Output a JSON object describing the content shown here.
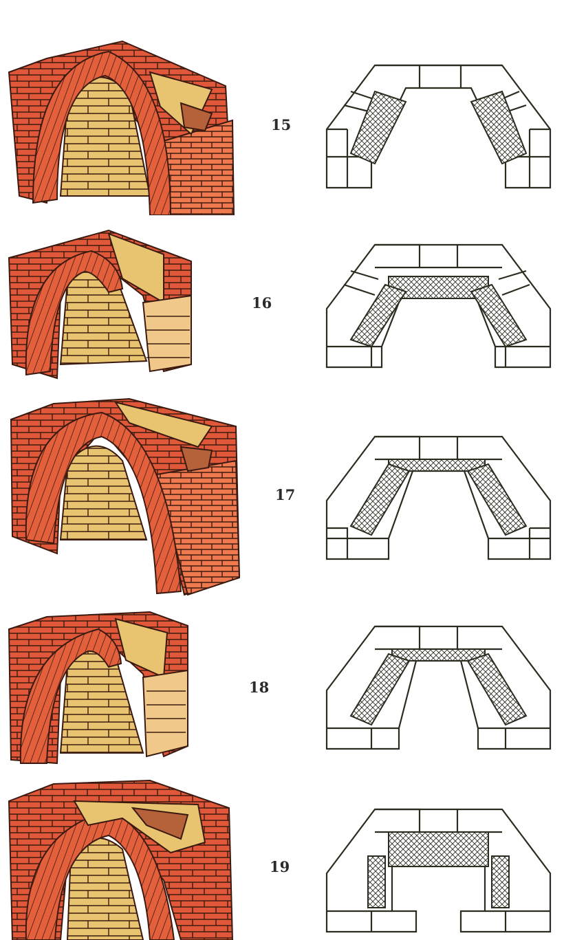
{
  "steps": [
    {
      "number": "15"
    },
    {
      "number": "16"
    },
    {
      "number": "17"
    },
    {
      "number": "18"
    },
    {
      "number": "19"
    }
  ],
  "colors": {
    "brick_red": "#d8492f",
    "brick_face": "#e66a45",
    "brick_top": "#e23a2b",
    "firebrick": "#e8c470",
    "firebrick_dark": "#c99a4e",
    "mortar": "#3a1a10",
    "plan_line": "#2b2b1f"
  }
}
